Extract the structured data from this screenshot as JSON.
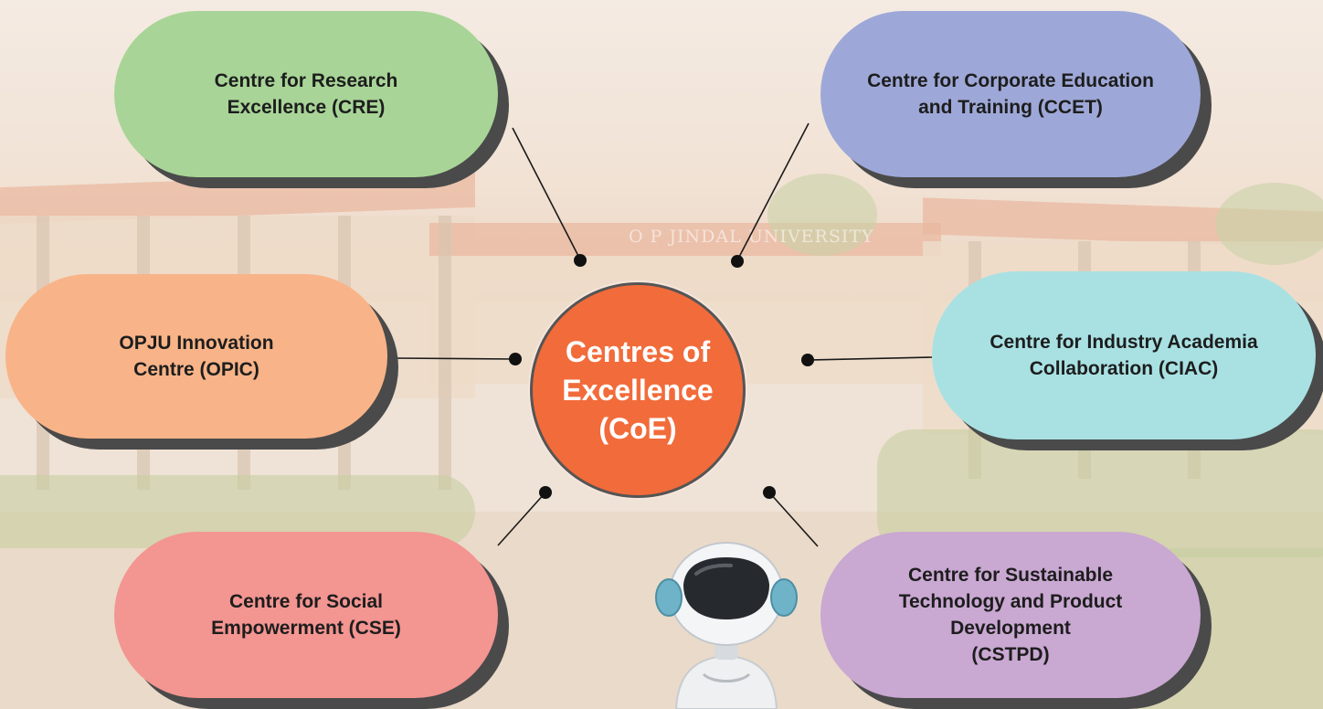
{
  "hub": {
    "label": "Centres of\nExcellence\n(CoE)",
    "color": "#f26b3a"
  },
  "centres": {
    "cre": {
      "label": "Centre for Research\nExcellence (CRE)",
      "color": "#a8d597"
    },
    "ccet": {
      "label": "Centre for Corporate Education\nand Training (CCET)",
      "color": "#9ea8d8"
    },
    "opic": {
      "label": "OPJU Innovation\nCentre (OPIC)",
      "color": "#f8b488"
    },
    "ciac": {
      "label": "Centre for Industry Academia\nCollaboration (CIAC)",
      "color": "#a9e1e3"
    },
    "cse": {
      "label": "Centre for Social\nEmpowerment (CSE)",
      "color": "#f39591"
    },
    "cstpd": {
      "label": "Centre for Sustainable\nTechnology and Product\nDevelopment\n(CSTPD)",
      "color": "#c9a8d2"
    }
  },
  "background": {
    "watermark": "O P JINDAL UNIVERSITY"
  },
  "icons": {
    "mascot": "robot-mascot-icon"
  }
}
